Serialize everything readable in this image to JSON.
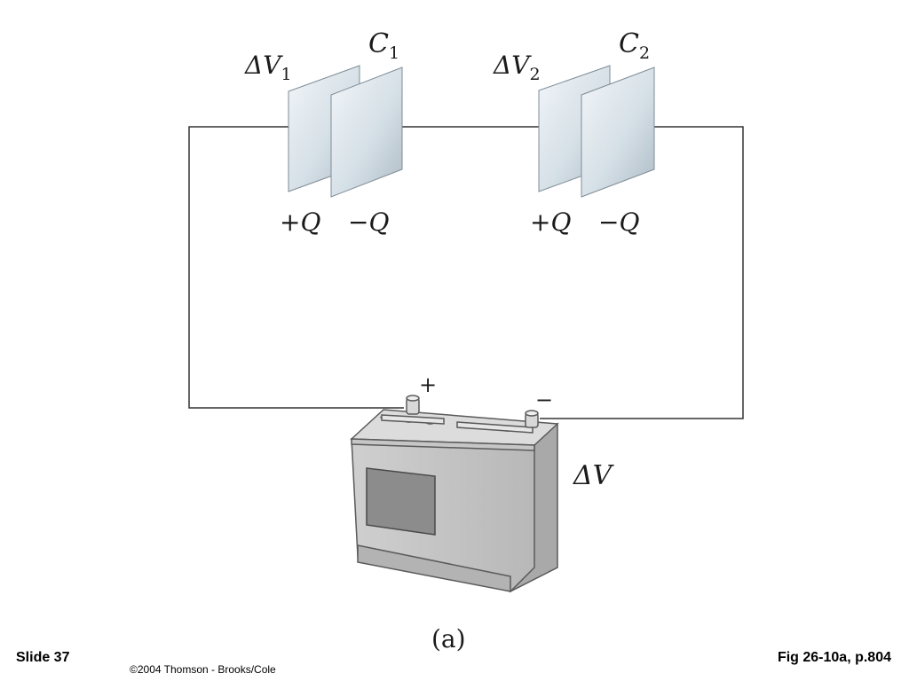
{
  "diagram": {
    "caption": "(a)",
    "capacitor1": {
      "label_c": "C",
      "label_c_sub": "1",
      "label_dv": "ΔV",
      "label_dv_sub": "1",
      "plus_charge": "+Q",
      "minus_charge": "−Q"
    },
    "capacitor2": {
      "label_c": "C",
      "label_c_sub": "2",
      "label_dv": "ΔV",
      "label_dv_sub": "2",
      "plus_charge": "+Q",
      "minus_charge": "−Q"
    },
    "battery": {
      "plus_terminal": "+",
      "minus_terminal": "−",
      "voltage_label": "ΔV"
    }
  },
  "footer": {
    "slide_number": "Slide 37",
    "copyright": "©2004 Thomson - Brooks/Cole",
    "figure_reference": "Fig 26-10a, p.804"
  },
  "colors": {
    "wire": "#333333",
    "plate_light": "#eef3f6",
    "plate_dark": "#b9c6cf",
    "battery_body": "#c4c4c4",
    "battery_top": "#dedede",
    "battery_outline": "#5a5a5a"
  }
}
